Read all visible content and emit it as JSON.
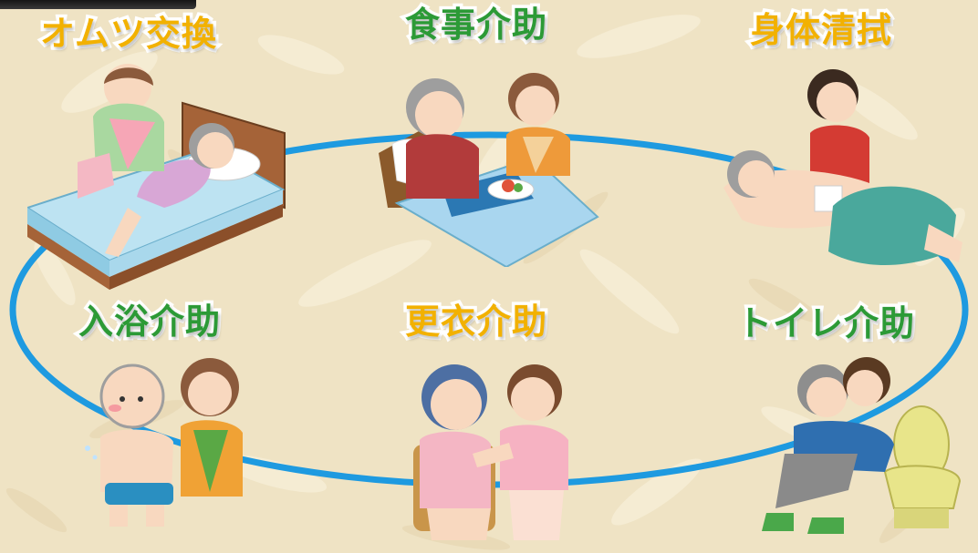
{
  "labels": {
    "diaper": "オムツ交換",
    "meal": "食事介助",
    "wipe": "身体清拭",
    "bath": "入浴介助",
    "dress": "更衣介助",
    "toilet": "トイレ介助"
  },
  "colors": {
    "background": "#efe3c4",
    "ring": "#1e9ae0",
    "label_yellow": "#f2b100",
    "label_green": "#2c9a36",
    "label_outline": "#ffffff"
  },
  "illustrations": [
    "diaper-change-illustration",
    "meal-assistance-illustration",
    "bed-bath-illustration",
    "bathing-assistance-illustration",
    "dressing-assistance-illustration",
    "toilet-assistance-illustration"
  ]
}
